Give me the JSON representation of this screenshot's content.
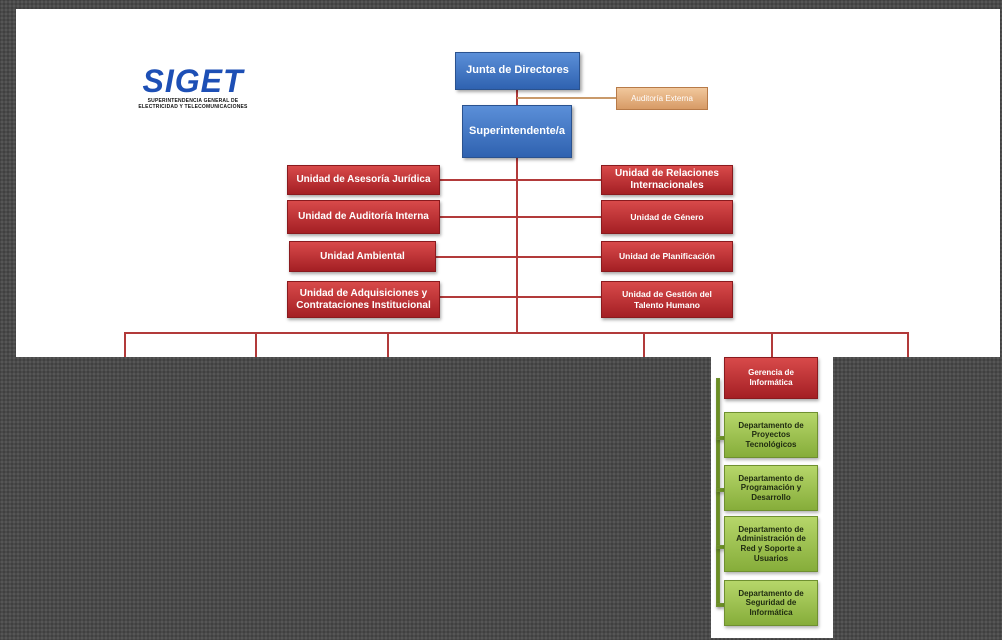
{
  "logo": {
    "wordmark": "SIGET",
    "subtitle_line1": "SUPERINTENDENCIA GENERAL DE",
    "subtitle_line2": "ELECTRICIDAD Y TELECOMUNICACIONES"
  },
  "nodes": {
    "board": "Junta de Directores",
    "external_audit": "Auditoría Externa",
    "superintendent": "Superintendente/a"
  },
  "left_units": [
    "Unidad de Asesoría Jurídica",
    "Unidad de Auditoría Interna",
    "Unidad Ambiental",
    "Unidad de Adquisiciones y Contrataciones Institucional"
  ],
  "right_units": [
    "Unidad de Relaciones Internacionales",
    "Unidad de Género",
    "Unidad de Planificación",
    "Unidad de Gestión del Talento Humano"
  ],
  "it_branch": {
    "manager": "Gerencia de Informática",
    "departments": [
      "Departamento de Proyectos Tecnológicos",
      "Departamento de Programación y Desarrollo",
      "Departamento de Administración de Red y Soporte a Usuarios",
      "Departamento de Seguridad de Informática"
    ]
  },
  "colors": {
    "blue_box": "#2f62b0",
    "red_box": "#a41f24",
    "green_box": "#86ad3a",
    "tan_box": "#d79b66",
    "connector": "#b23a3a",
    "logo_blue": "#1d4fb5"
  }
}
